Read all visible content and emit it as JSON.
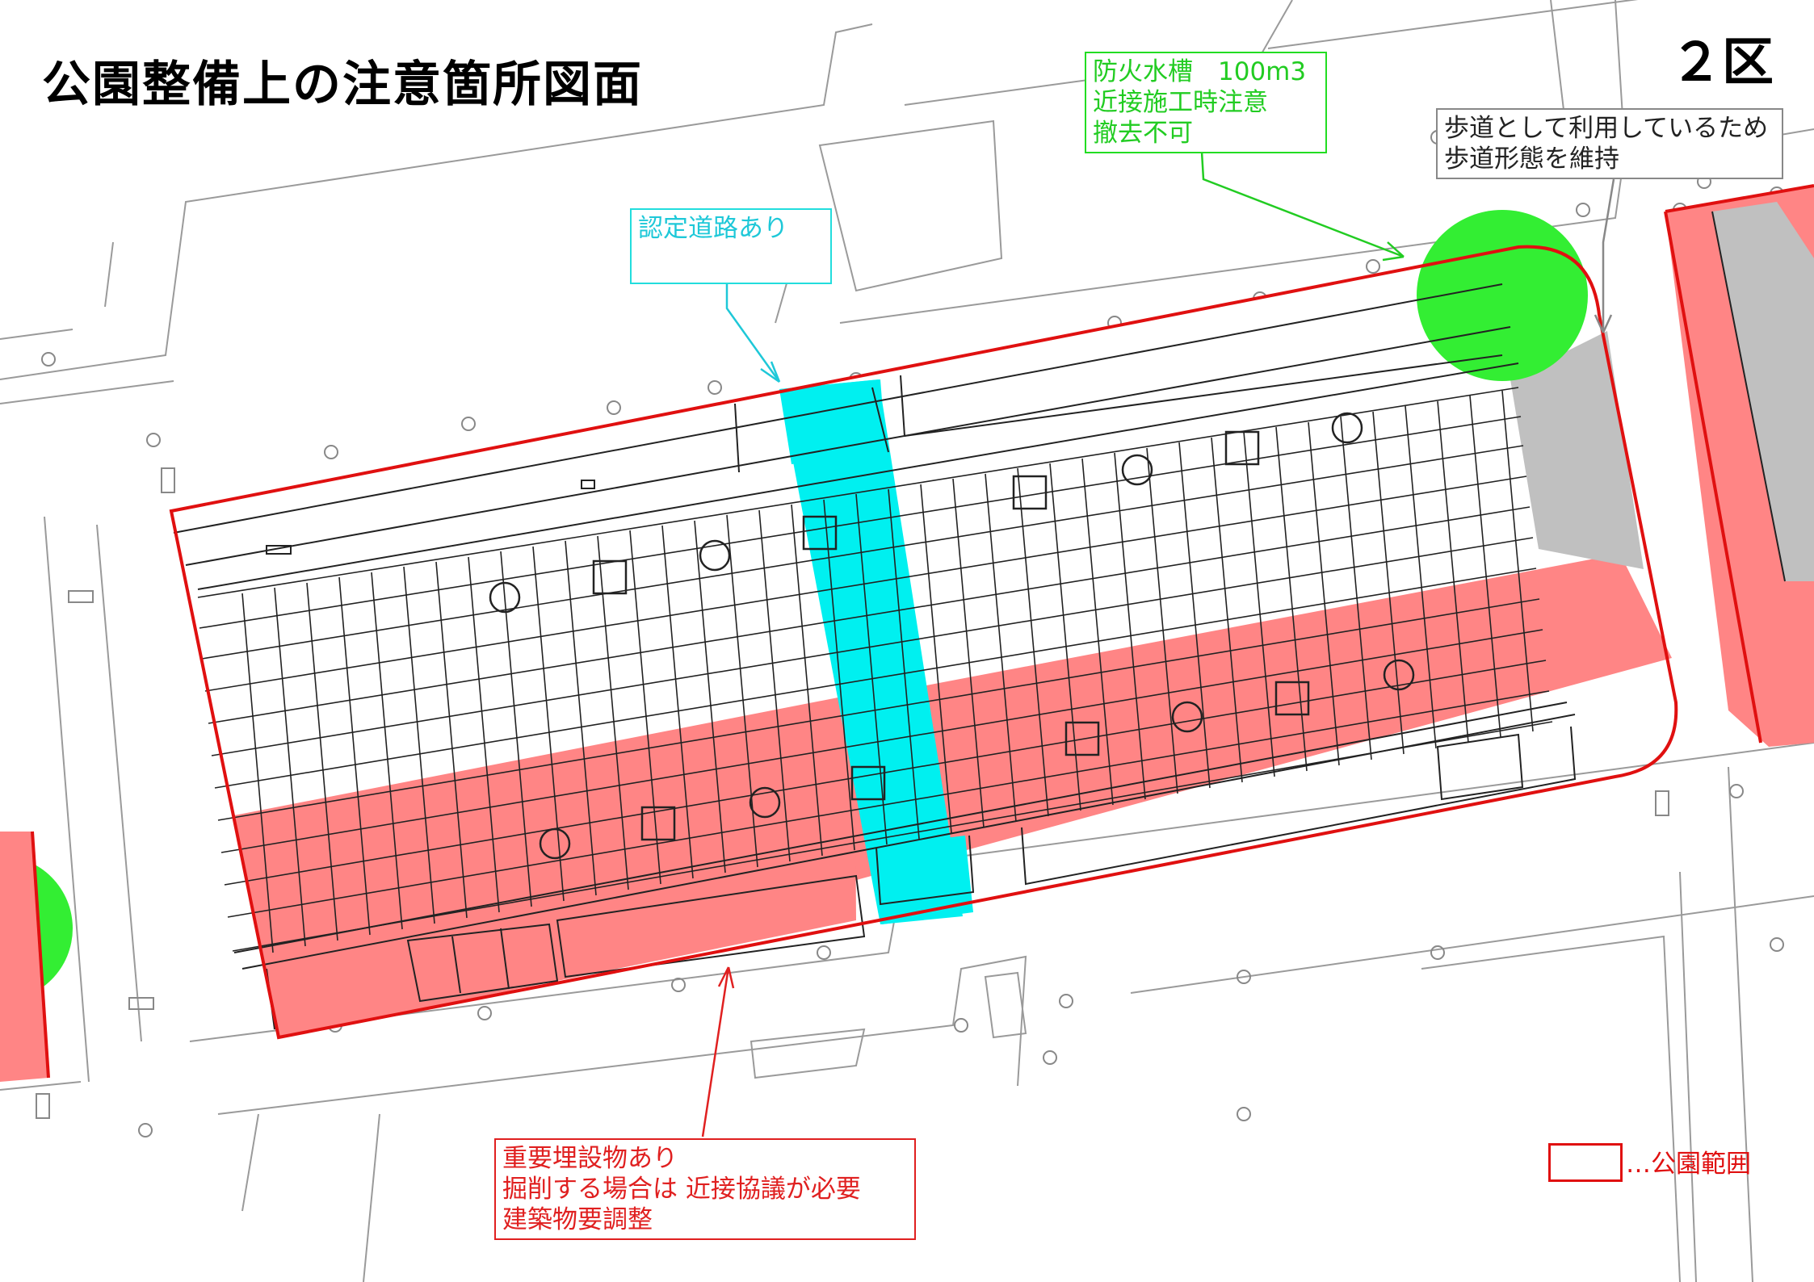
{
  "title": "公園整備上の注意箇所図面",
  "district": "２区",
  "notes": {
    "fire_tank": {
      "lines": [
        "防火水槽　100m3",
        "近接施工時注意",
        "撤去不可"
      ]
    },
    "sidewalk": {
      "lines": [
        "歩道として利用しているため",
        "歩道形態を維持"
      ]
    },
    "road": {
      "lines": [
        "認定道路あり"
      ]
    },
    "buried": {
      "lines": [
        "重要埋設物あり",
        "掘削する場合は 近接協議が必要",
        "建築物要調整"
      ]
    }
  },
  "legend": {
    "label": "…公園範囲"
  },
  "colors": {
    "park_boundary": "#e01010",
    "hazard_fill": "#ff8080",
    "road_fill": "#00f0f0",
    "fire_tank_fill": "#33ee33",
    "sidewalk_fill": "#c0c0c0",
    "fire_note": "#22cc22",
    "road_note": "#1ec8d8",
    "buried_note": "#e02020"
  }
}
